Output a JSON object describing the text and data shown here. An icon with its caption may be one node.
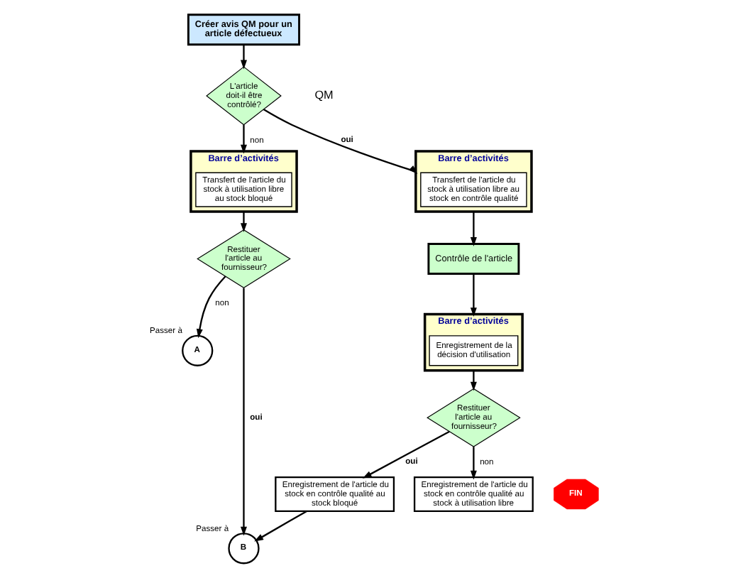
{
  "diagram": {
    "nodes": [
      {
        "text": [
          "Créer avis QM pour un article défectueux"
        ]
      },
      {
        "text": [
          "L'article doit-il être contrôlé?"
        ]
      },
      {
        "text": [
          "Barre d’activités"
        ]
      },
      {
        "text": [
          "Transfert de l'article du stock à utilisation libre au stock bloqué"
        ],
        "in": 2
      },
      {
        "text": [
          "Restituer l'article au fournisseur?"
        ]
      },
      {
        "text": [
          "A"
        ],
        "beside": [
          "Passer à"
        ]
      },
      {
        "text": [
          "B"
        ],
        "beside": [
          "Passer à"
        ]
      },
      {
        "text": [
          "Barre d’activités"
        ]
      },
      {
        "text": [
          "Transfert de l'article du stock à utilisation libre au stock en contrôle qualité"
        ],
        "in": 7
      },
      {
        "text": [
          "Contrôle de l'article"
        ]
      },
      {
        "text": [
          "Barre d’activités"
        ]
      },
      {
        "text": [
          "Enregistrement de la décision d'utilisation"
        ],
        "in": 10
      },
      {
        "text": [
          "Restituer l'article au fournisseur?"
        ]
      },
      {
        "text": [
          "Enregistrement de l'article du stock en contrôle qualité au stock bloqué"
        ]
      },
      {
        "text": [
          "Enregistrement de l'article du stock en contrôle qualité au stock à utilisation libre"
        ]
      },
      {
        "text": [
          "FIN"
        ]
      }
    ],
    "edges": [
      {
        "from": 0,
        "to": 1,
        "arrow": "to"
      },
      {
        "from": 1,
        "to": 7,
        "arrow": "to",
        "label": "oui"
      },
      {
        "from": 1,
        "to": 2,
        "arrow": "to",
        "label": "non"
      },
      {
        "from": 2,
        "to": 4,
        "arrow": "to"
      },
      {
        "from": 4,
        "to": 5,
        "arrow": "to",
        "label": "non"
      },
      {
        "from": 4,
        "to": 6,
        "arrow": "to",
        "label": "oui"
      },
      {
        "from": 7,
        "to": 9,
        "arrow": "to"
      },
      {
        "from": 9,
        "to": 10,
        "arrow": "to"
      },
      {
        "from": 10,
        "to": 12,
        "arrow": "to"
      },
      {
        "from": 12,
        "to": 13,
        "arrow": "to",
        "label": "oui"
      },
      {
        "from": 12,
        "to": 14,
        "arrow": "to",
        "label": "non"
      },
      {
        "from": 13,
        "to": 6,
        "arrow": "to"
      }
    ],
    "labels": [
      "QM"
    ]
  }
}
